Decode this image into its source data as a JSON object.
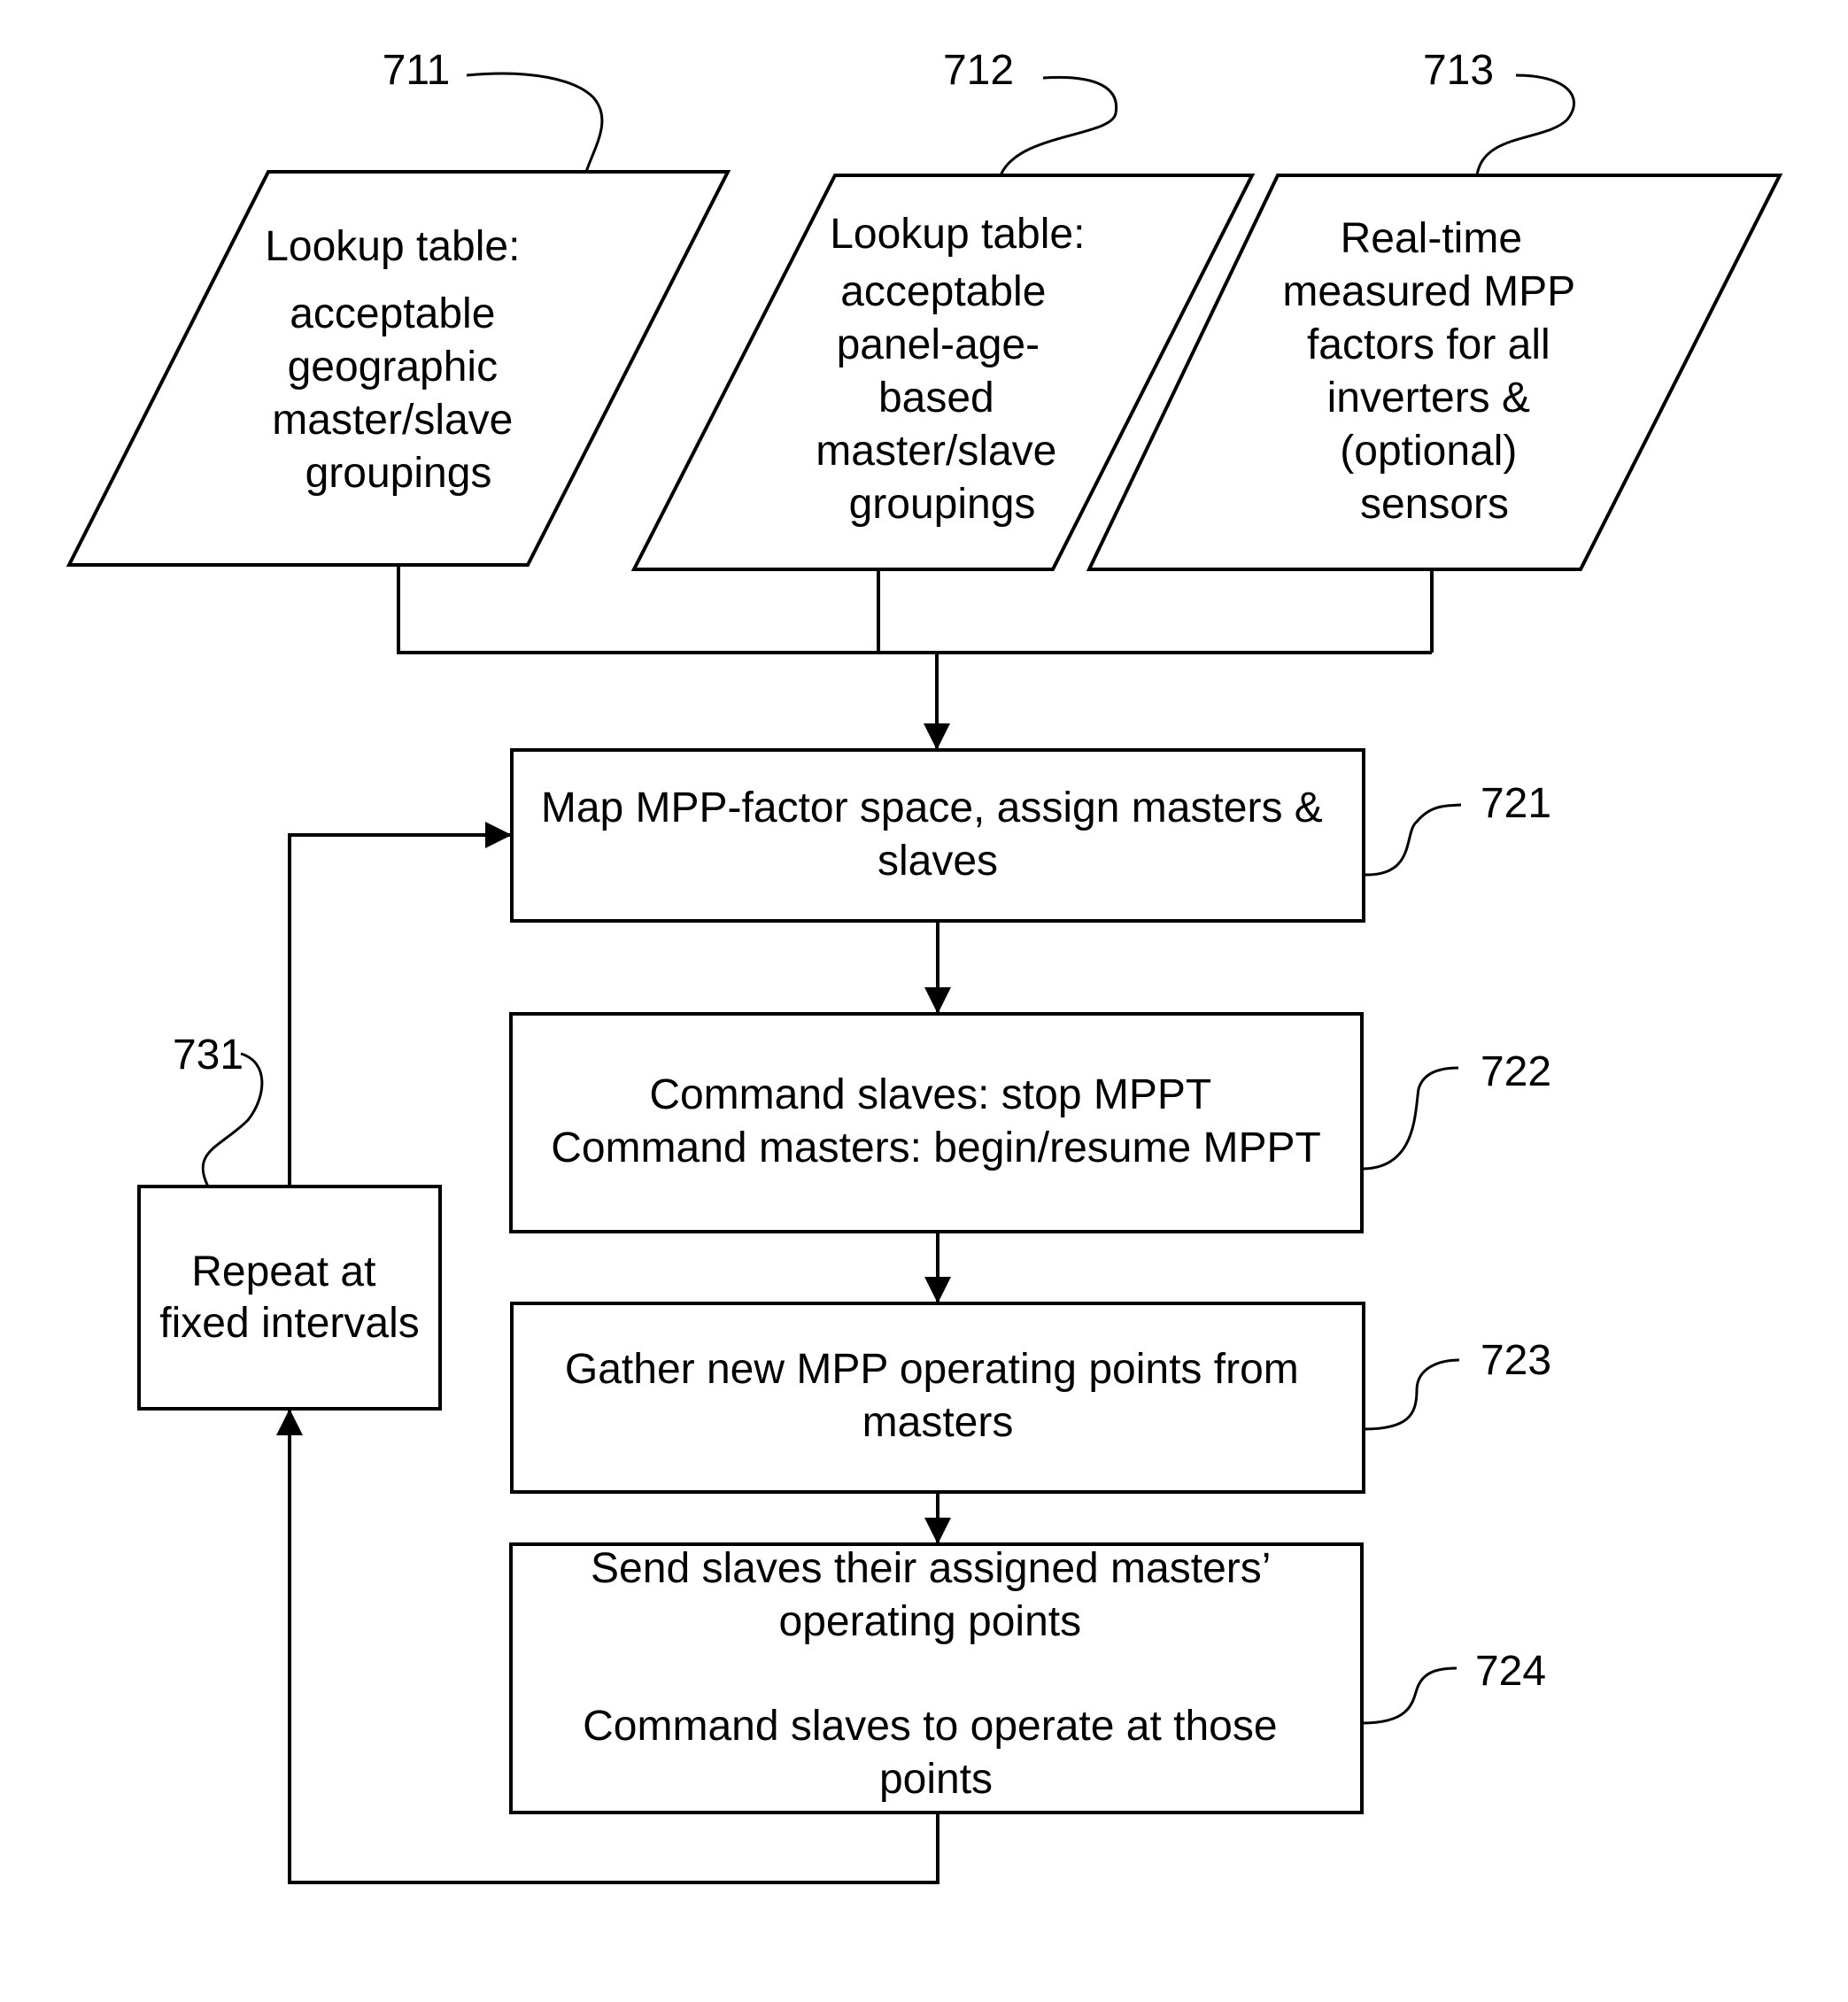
{
  "inputs": [
    {
      "ref": "711",
      "lines": [
        "Lookup table:",
        "acceptable",
        "geographic",
        "master/slave",
        "groupings"
      ]
    },
    {
      "ref": "712",
      "lines": [
        "Lookup table:",
        "acceptable",
        "panel-age-",
        "based",
        "master/slave",
        "groupings"
      ]
    },
    {
      "ref": "713",
      "lines": [
        "Real-time",
        "measured MPP",
        "factors for all",
        "inverters &",
        "(optional)",
        "sensors"
      ]
    }
  ],
  "steps": [
    {
      "ref": "721",
      "lines": [
        "Map MPP-factor space, assign masters &",
        "slaves"
      ]
    },
    {
      "ref": "722",
      "lines": [
        "Command slaves: stop MPPT",
        "Command masters: begin/resume MPPT"
      ]
    },
    {
      "ref": "723",
      "lines": [
        "Gather new MPP operating points from",
        "masters"
      ]
    },
    {
      "ref": "724",
      "lines": [
        "Send slaves their assigned masters’",
        "operating points",
        "",
        "Command slaves to operate at those",
        "points"
      ]
    }
  ],
  "repeat": {
    "ref": "731",
    "lines": [
      "Repeat at",
      "fixed intervals"
    ]
  }
}
